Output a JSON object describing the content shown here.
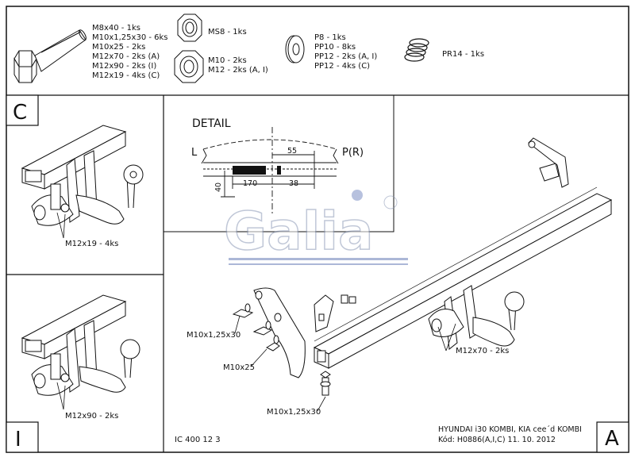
{
  "hardware": {
    "bolt_lines": [
      "M8x40 - 1ks",
      "M10x1,25x30 - 6ks",
      "M10x25 - 2ks",
      "M12x70 - 2ks (A)",
      "M12x90 - 2ks (I)",
      "M12x19 - 4ks (C)"
    ],
    "nut_small": "MS8 - 1ks",
    "nut_large_lines": [
      "M10 - 2ks",
      "M12 - 2ks (A, I)"
    ],
    "washer_lines": [
      "P8 - 1ks",
      "PP10 - 8ks",
      "PP12 - 2ks (A, I)",
      "PP12 - 4ks (C)"
    ],
    "spring": "PR14 - 1ks"
  },
  "detail": {
    "title": "DETAIL",
    "left": "L",
    "right": "P(R)",
    "dim_55": "55",
    "dim_170": "170",
    "dim_38": "38",
    "dim_40": "40"
  },
  "variant_c": {
    "letter": "C",
    "label": "M12x19 - 4ks"
  },
  "variant_i": {
    "letter": "I",
    "label": "M12x90 - 2ks"
  },
  "variant_a": {
    "letter": "A",
    "label_a": "M12x70 - 2ks",
    "bolt1": "M10x1,25x30",
    "bolt2": "M10x25",
    "bolt3": "M10x1,25x30"
  },
  "watermark": "Galia",
  "footer": {
    "code": "IC 400 12 3",
    "model": "HYUNDAI i30 KOMBI, KIA cee´d KOMBI",
    "kod": "Kód: H0886(A,I,C) 11. 10. 2012"
  }
}
